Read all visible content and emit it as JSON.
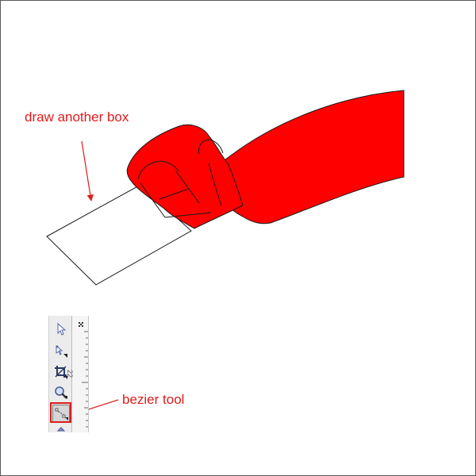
{
  "annotations": {
    "draw_box": "draw another box",
    "bezier_tool": "bezier tool"
  },
  "colors": {
    "shape_fill": "#ff0000",
    "annotation_text": "#e01b1b",
    "outline": "#1a1a1a",
    "box_fill": "#ffffff"
  },
  "toolbox": {
    "tools": [
      {
        "name": "pick-tool-icon"
      },
      {
        "name": "shape-tool-icon"
      },
      {
        "name": "crop-tool-icon"
      },
      {
        "name": "zoom-tool-icon"
      },
      {
        "name": "bezier-tool-icon",
        "active": true
      },
      {
        "name": "smart-fill-tool-icon"
      }
    ],
    "ruler_label": "22"
  }
}
